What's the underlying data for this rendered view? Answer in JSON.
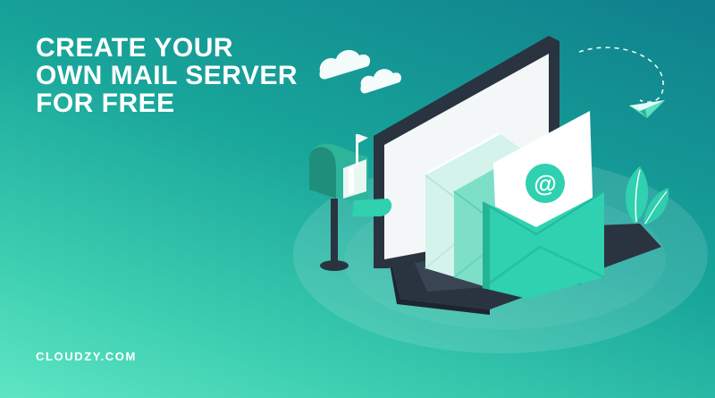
{
  "headline": {
    "line1": "CREATE YOUR",
    "line2": "OWN MAIL SERVER",
    "line3": "FOR FREE"
  },
  "brand": "CLOUDZY.COM",
  "colors": {
    "background_top": "#0f7f8c",
    "background_bottom": "#5fe6c4",
    "accent_teal": "#2fd1b0",
    "dark_device": "#2a3340",
    "text": "#ffffff"
  },
  "illustration": {
    "email_symbol": "@",
    "icons": [
      "laptop-icon",
      "mailbox-icon",
      "envelope-icon",
      "paper-plane-icon",
      "cloud-icon",
      "leaf-icon"
    ]
  }
}
